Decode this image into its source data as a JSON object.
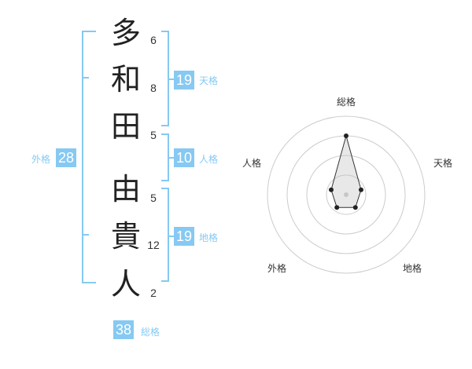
{
  "name_chars": [
    {
      "char": "多",
      "strokes": "6"
    },
    {
      "char": "和",
      "strokes": "8"
    },
    {
      "char": "田",
      "strokes": "5"
    },
    {
      "char": "由",
      "strokes": "5"
    },
    {
      "char": "貴",
      "strokes": "12"
    },
    {
      "char": "人",
      "strokes": "2"
    }
  ],
  "fortunes": {
    "tenkaku": {
      "value": "19",
      "label": "天格"
    },
    "jinkaku": {
      "value": "10",
      "label": "人格"
    },
    "chikaku": {
      "value": "19",
      "label": "地格"
    },
    "gaikaku": {
      "value": "28",
      "label": "外格"
    },
    "soukaku": {
      "value": "38",
      "label": "総格"
    }
  },
  "colors": {
    "accent": "#86c9f2",
    "text": "#222222",
    "grid": "#cccccc"
  },
  "chart_data": {
    "type": "radar",
    "axes": [
      "総格",
      "天格",
      "地格",
      "外格",
      "人格"
    ],
    "values": [
      0.75,
      0.2,
      0.2,
      0.2,
      0.2
    ],
    "rmax": 1
  }
}
